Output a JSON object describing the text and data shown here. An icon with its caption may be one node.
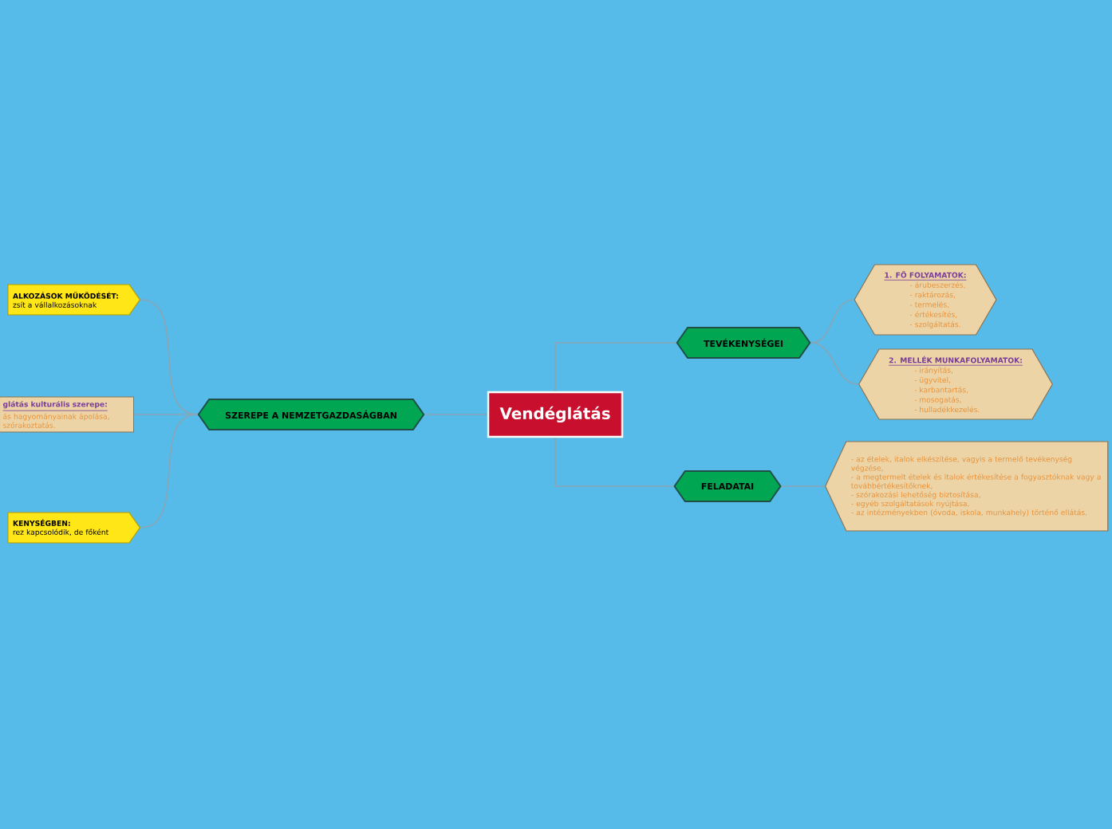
{
  "diagram": {
    "nodes": [
      {
        "text": [
          "Vendéglátás"
        ]
      },
      {
        "text": [
          "SZEREPE A NEMZETGAZDASÁGBAN"
        ]
      },
      {
        "text": [
          "ALKOZÁSOK MŰKÖDÉSÉT:",
          "zsít a vállalkozásoknak"
        ]
      },
      {
        "text": [
          "glátás kulturális szerepe:",
          "ás hagyományainak ápolása,",
          "szórakoztatás."
        ]
      },
      {
        "text": [
          "KENYSÉGBEN:",
          "rez kapcsolódik, de főként"
        ]
      },
      {
        "text": [
          "TEVÉKENYSÉGEI"
        ]
      },
      {
        "text": [
          "FELADATAI"
        ]
      },
      {
        "text": [
          "1. FŐ FOLYAMATOK:",
          "- árubeszerzés,",
          "- raktározás,",
          "- termelés,",
          "- értékesítés,",
          "- szolgáltatás."
        ]
      },
      {
        "text": [
          "2. MELLÉK MUNKAFOLYAMATOK:",
          "- irányítás,",
          "- ügyvitel,",
          "- karbantartás,",
          "- mosogatás,",
          "- hulladékkezelés."
        ]
      },
      {
        "text": [
          "- az ételek, italok elkészítése, vagyis a termelő tevékenység végzése,",
          "- a megtermelt ételek és italok értékesítése a fogyasztóknak vagy a továbbértékesítőknek,",
          "- szórakozási lehetőség biztosítása,",
          "- egyéb szolgáltatások nyújtása,",
          "- az intézményekben (óvoda, iskola, munkahely) történő ellátás."
        ]
      }
    ],
    "edges": [
      {
        "from": 0,
        "to": 1,
        "arrow": "none"
      },
      {
        "from": 0,
        "to": 5,
        "arrow": "none"
      },
      {
        "from": 0,
        "to": 6,
        "arrow": "none"
      },
      {
        "from": 5,
        "to": 7,
        "arrow": "none"
      },
      {
        "from": 5,
        "to": 8,
        "arrow": "none"
      },
      {
        "from": 6,
        "to": 9,
        "arrow": "none"
      },
      {
        "from": 1,
        "to": 2,
        "arrow": "none"
      },
      {
        "from": 1,
        "to": 3,
        "arrow": "none"
      },
      {
        "from": 1,
        "to": 4,
        "arrow": "none"
      }
    ]
  }
}
